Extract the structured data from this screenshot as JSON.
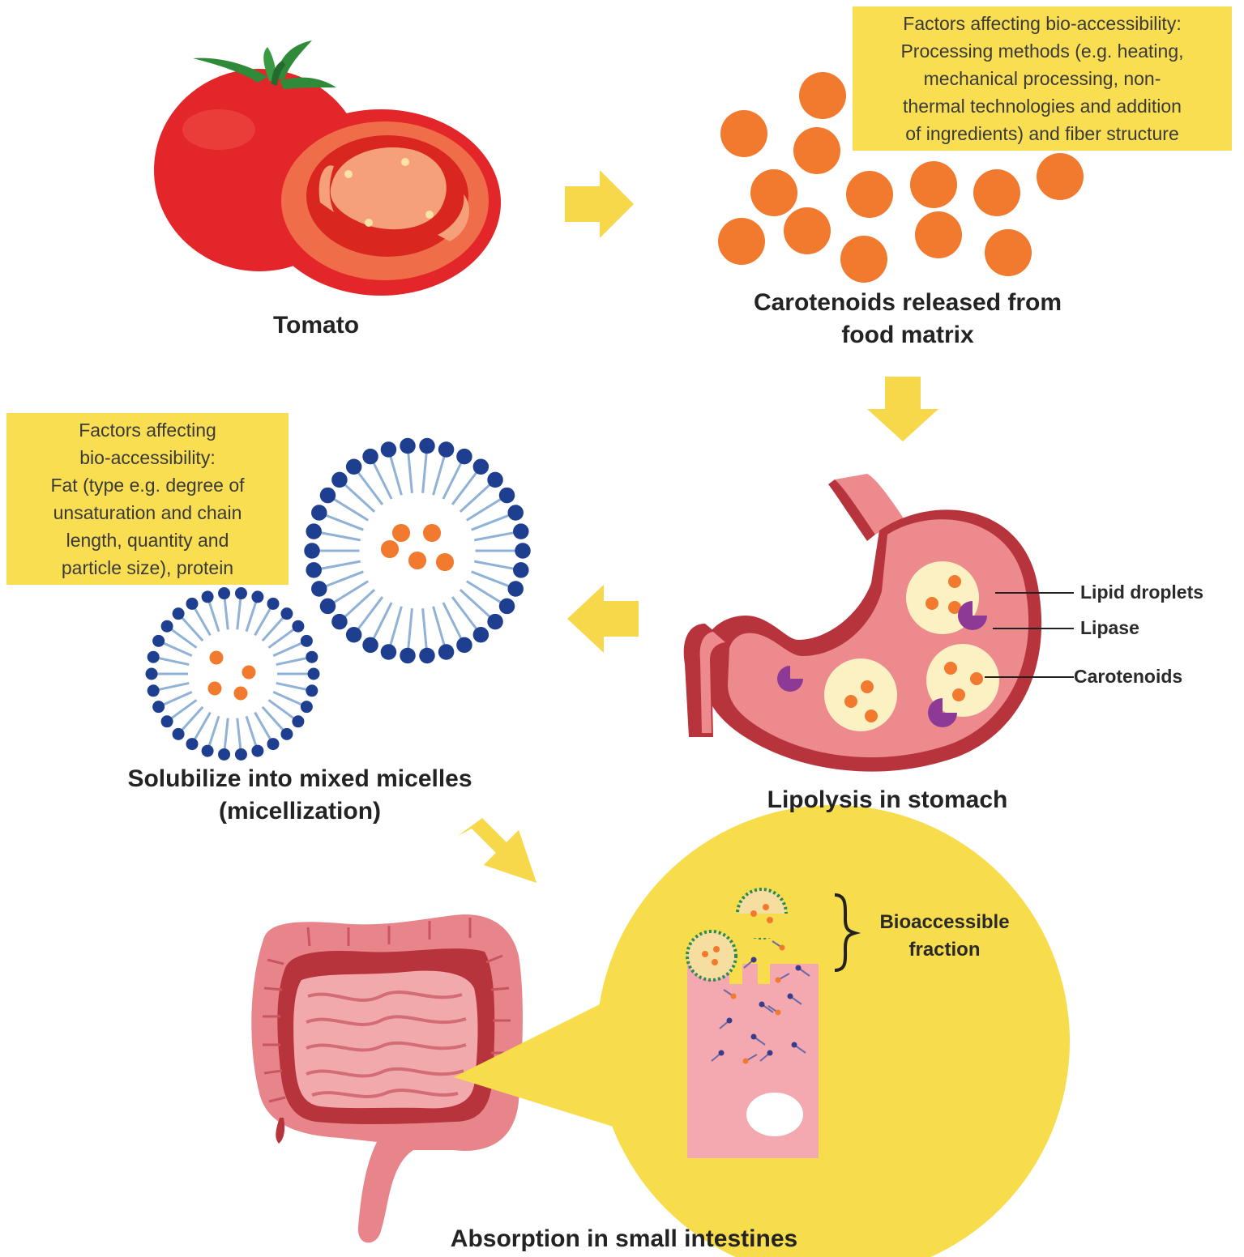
{
  "colors": {
    "arrow": "#f6d84a",
    "factor_box": "#f9de52",
    "carotenoid": "#f27a2e",
    "tomato": "#e3262a",
    "stomach": "#ec8a8e",
    "lipid_droplet": "#fbf1c2",
    "lipase": "#8d3a96",
    "micelle_head": "#1e3f8f",
    "micelle_tail": "#8fb2d6",
    "intestine": "#e7858b",
    "zoom_bubble": "#f7dc4c"
  },
  "steps": {
    "tomato": {
      "caption": "Tomato"
    },
    "release": {
      "caption_lines": [
        "Carotenoids released from",
        "food matrix"
      ]
    },
    "stomach": {
      "caption": "Lipolysis in stomach"
    },
    "micelles": {
      "caption_lines": [
        "Solubilize into mixed micelles",
        "(micellization)"
      ]
    },
    "absorption": {
      "caption": "Absorption in small intestines"
    }
  },
  "factor_boxes": {
    "processing": {
      "lines": [
        "Factors affecting bio-accessibility:",
        "Processing methods (e.g. heating,",
        "mechanical processing, non-",
        "thermal technologies and addition",
        "of ingredients) and fiber structure"
      ]
    },
    "fat": {
      "lines": [
        "Factors affecting",
        "bio-accessibility:",
        "Fat (type e.g. degree of",
        "unsaturation and chain",
        "length, quantity and",
        "particle size), protein"
      ]
    }
  },
  "stomach_callouts": {
    "lipid_droplets": "Lipid droplets",
    "lipase": "Lipase",
    "carotenoids": "Carotenoids"
  },
  "bioaccessible": {
    "lines": [
      "Bioaccessible",
      "fraction"
    ]
  }
}
